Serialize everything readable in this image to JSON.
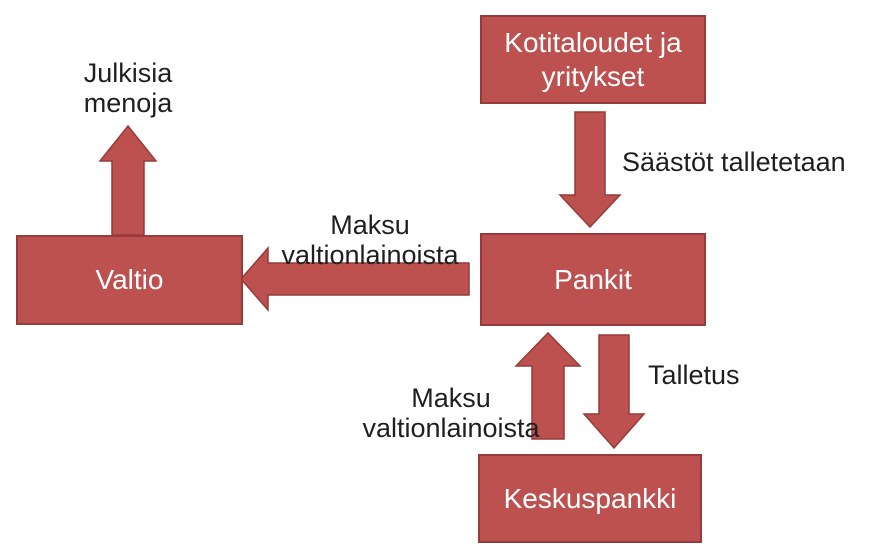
{
  "diagram": {
    "colors": {
      "background": "#ffffff",
      "shape_fill": "#bc514f",
      "shape_border": "#963b39",
      "node_text": "#ffffff",
      "label_text": "#1f1f1f"
    },
    "nodes": [
      {
        "id": "kotitaloudet-ja-yritykset",
        "label": "Kotitaloudet ja yritykset"
      },
      {
        "id": "pankit",
        "label": "Pankit"
      },
      {
        "id": "valtio",
        "label": "Valtio"
      },
      {
        "id": "keskuspankki",
        "label": "Keskuspankki"
      }
    ],
    "edges": [
      {
        "label": "Julkisia menoja",
        "from": "Valtio",
        "direction": "up"
      },
      {
        "label": "Säästöt talletetaan",
        "from": "Kotitaloudet ja yritykset",
        "to": "Pankit",
        "direction": "down"
      },
      {
        "label": "Maksu valtionlainoista",
        "from": "Pankit",
        "to": "Valtio",
        "direction": "left"
      },
      {
        "label": "Maksu valtionlainoista",
        "from": "Keskuspankki",
        "to": "Pankit",
        "direction": "up"
      },
      {
        "label": "Talletus",
        "from": "Pankit",
        "to": "Keskuspankki",
        "direction": "down"
      }
    ]
  }
}
